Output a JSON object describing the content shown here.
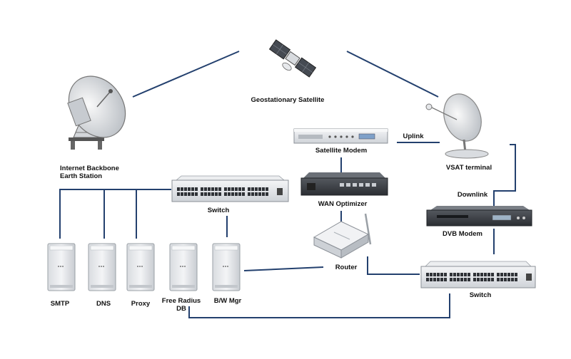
{
  "labels": {
    "satellite": "Geostationary Satellite",
    "earth_station_line1": "Internet Backbone",
    "earth_station_line2": "Earth Station",
    "vsat": "VSAT terminal",
    "uplink": "Uplink",
    "downlink": "Downlink",
    "satellite_modem": "Satellite Modem",
    "wan_optimizer": "WAN Optimizer",
    "dvb_modem": "DVB Modem",
    "switch_top": "Switch",
    "switch_right": "Switch",
    "router": "Router",
    "smtp": "SMTP",
    "dns": "DNS",
    "proxy": "Proxy",
    "radius_line1": "Free Radius",
    "radius_line2": "DB",
    "bw_mgr": "B/W Mgr"
  },
  "colors": {
    "link_line": "#23406e",
    "device_light": "#e9ebee",
    "device_dark": "#3a3d42",
    "port": "#2f3237"
  }
}
